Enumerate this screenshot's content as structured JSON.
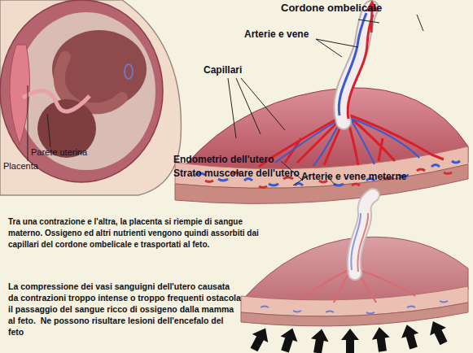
{
  "diagram": {
    "labels": [
      "Cordone ombelicale",
      "Arterie e vene",
      "Capillari",
      "Parete uterina",
      "Placenta",
      "Endometrio dell'utero",
      "Strato muscolare dell'utero",
      "Arterie e vene meterne",
      "Tra una contrazione e l'altra, la placenta si riempie di sangue materno. Ossigeno ed altri nutrienti vengono quindi assorbiti dai capillari del cordone ombelicale e trasportati al feto.",
      "La compressione dei vasi sanguigni dell'utero causata da contrazioni troppo intense o troppo frequenti ostacola il passaggio del sangue ricco di ossigeno dalla mamma al feto.  Ne possono risultare lesioni dell'encefalo del feto"
    ]
  }
}
